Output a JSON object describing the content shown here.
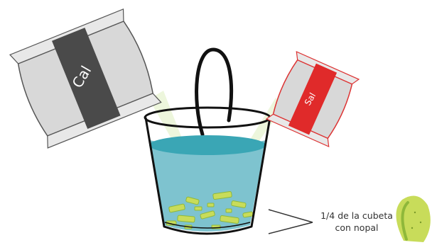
{
  "bags": {
    "cal": {
      "label": "Cal",
      "band_color": "#4a4a4a",
      "bag_color": "#d8d8d8"
    },
    "sal": {
      "label": "Sal",
      "band_color": "#e02a2a",
      "bag_color": "#d8d8d8"
    }
  },
  "bucket": {
    "water_color": "#7ec3cf",
    "surface_color": "#3aa6b5"
  },
  "nopal": {
    "color": "#c8dc5a",
    "dark_color": "#8fb83a"
  },
  "caption": {
    "line1": "1/4 de la cubeta",
    "line2": "con nopal"
  }
}
